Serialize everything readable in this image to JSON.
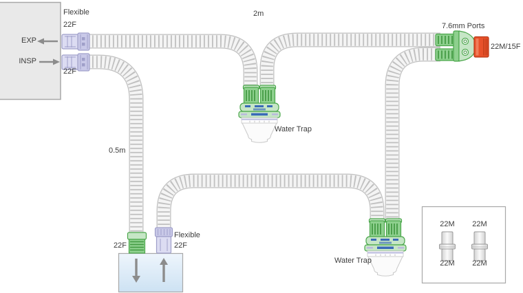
{
  "ventilator": {
    "exp_label": "EXP",
    "insp_label": "INSP"
  },
  "exp_limb": {
    "connector_label": "Flexible",
    "connector_size": "22F",
    "length_label": "2m"
  },
  "insp_limb": {
    "connector_size": "22F",
    "length_label": "0.5m"
  },
  "wye": {
    "ports_label": "7.6mm Ports",
    "patient_end_label": "22M/15F"
  },
  "water_trap_mid": {
    "label": "Water Trap"
  },
  "water_trap_bottom": {
    "label": "Water Trap"
  },
  "humidifier": {
    "inlet_size": "22F",
    "outlet_label": "Flexible",
    "outlet_size": "22F"
  },
  "adapters": {
    "a": {
      "top": "22M",
      "bottom": "22M"
    },
    "b": {
      "top": "22M",
      "bottom": "22M"
    }
  },
  "colors": {
    "text": "#3b3b3b",
    "green": "#4aa64a",
    "greenDark": "#2e8b2e",
    "greenMid": "#8ed08e",
    "greenLight": "#c6e6c6",
    "blue": "#3a6ab8",
    "lavender": "#b9b9dd",
    "purpleStroke": "#9f9fc9",
    "purpleFill": "#dcdcf2",
    "purpleCuff": "#c9c9e8",
    "orange": "#e8512a",
    "orangeDark": "#b93a17",
    "tubeOutline": "#c0c0c0",
    "tubeBody": "#f4f4f4",
    "tubeRib": "#9d9d9d",
    "boxGray": "#e9e9e9",
    "boxBorder": "#a8a8a8",
    "humTop": "#edf5fc",
    "humBottom": "#cde2f3",
    "arrowGray": "#8c8c8c",
    "flask": "#fbfbfb",
    "flaskStroke": "#cccccc"
  }
}
